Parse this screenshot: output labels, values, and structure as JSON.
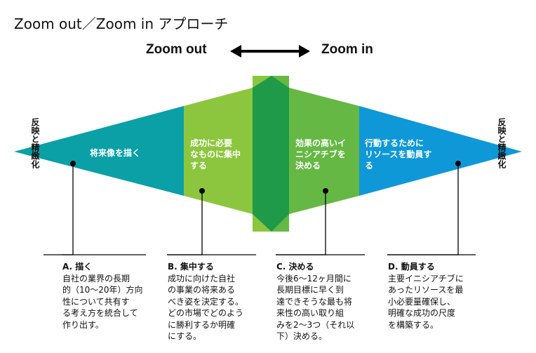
{
  "title": "Zoom out／Zoom in アプローチ",
  "zoom_out_label": "Zoom out",
  "zoom_in_label": "Zoom in",
  "side_label": "反映と精緻化",
  "colors": {
    "teal": "#0aa0a6",
    "light_green": "#8cc63e",
    "dark_green": "#1f9a48",
    "blue": "#0f98d8",
    "mid_green": "#66b844"
  },
  "segments": [
    {
      "label": "将来像を描く"
    },
    {
      "label": "成功に必要\nなものに集中\nする"
    },
    {
      "label": "効果の高いイ\nニシアチブを\n決める"
    },
    {
      "label": "行動するために\nリソースを動員す\nる"
    }
  ],
  "descriptions": [
    {
      "heading": "A. 描く",
      "body": "自社の業界の長期\n的（10〜20年）方向\n性について共有す\nる考え方を統合して\n作り出す。"
    },
    {
      "heading": "B. 集中する",
      "body": "成功に向けた自社\nの事業の将来ある\nべき姿を決定する。\nどの市場でどのよう\nに勝利するか明確\nにする。"
    },
    {
      "heading": "C. 決める",
      "body": "今後6〜12ヶ月間に\n長期目標に早く到\n達できそうな最も将\n来性の高い取り組\nみを2〜3つ（それ以\n下）決める。"
    },
    {
      "heading": "D. 動員する",
      "body": "主要イニシアチブに\nあったリソースを最\n小必要量確保し、\n明確な成功の尺度\nを構築する。"
    }
  ]
}
